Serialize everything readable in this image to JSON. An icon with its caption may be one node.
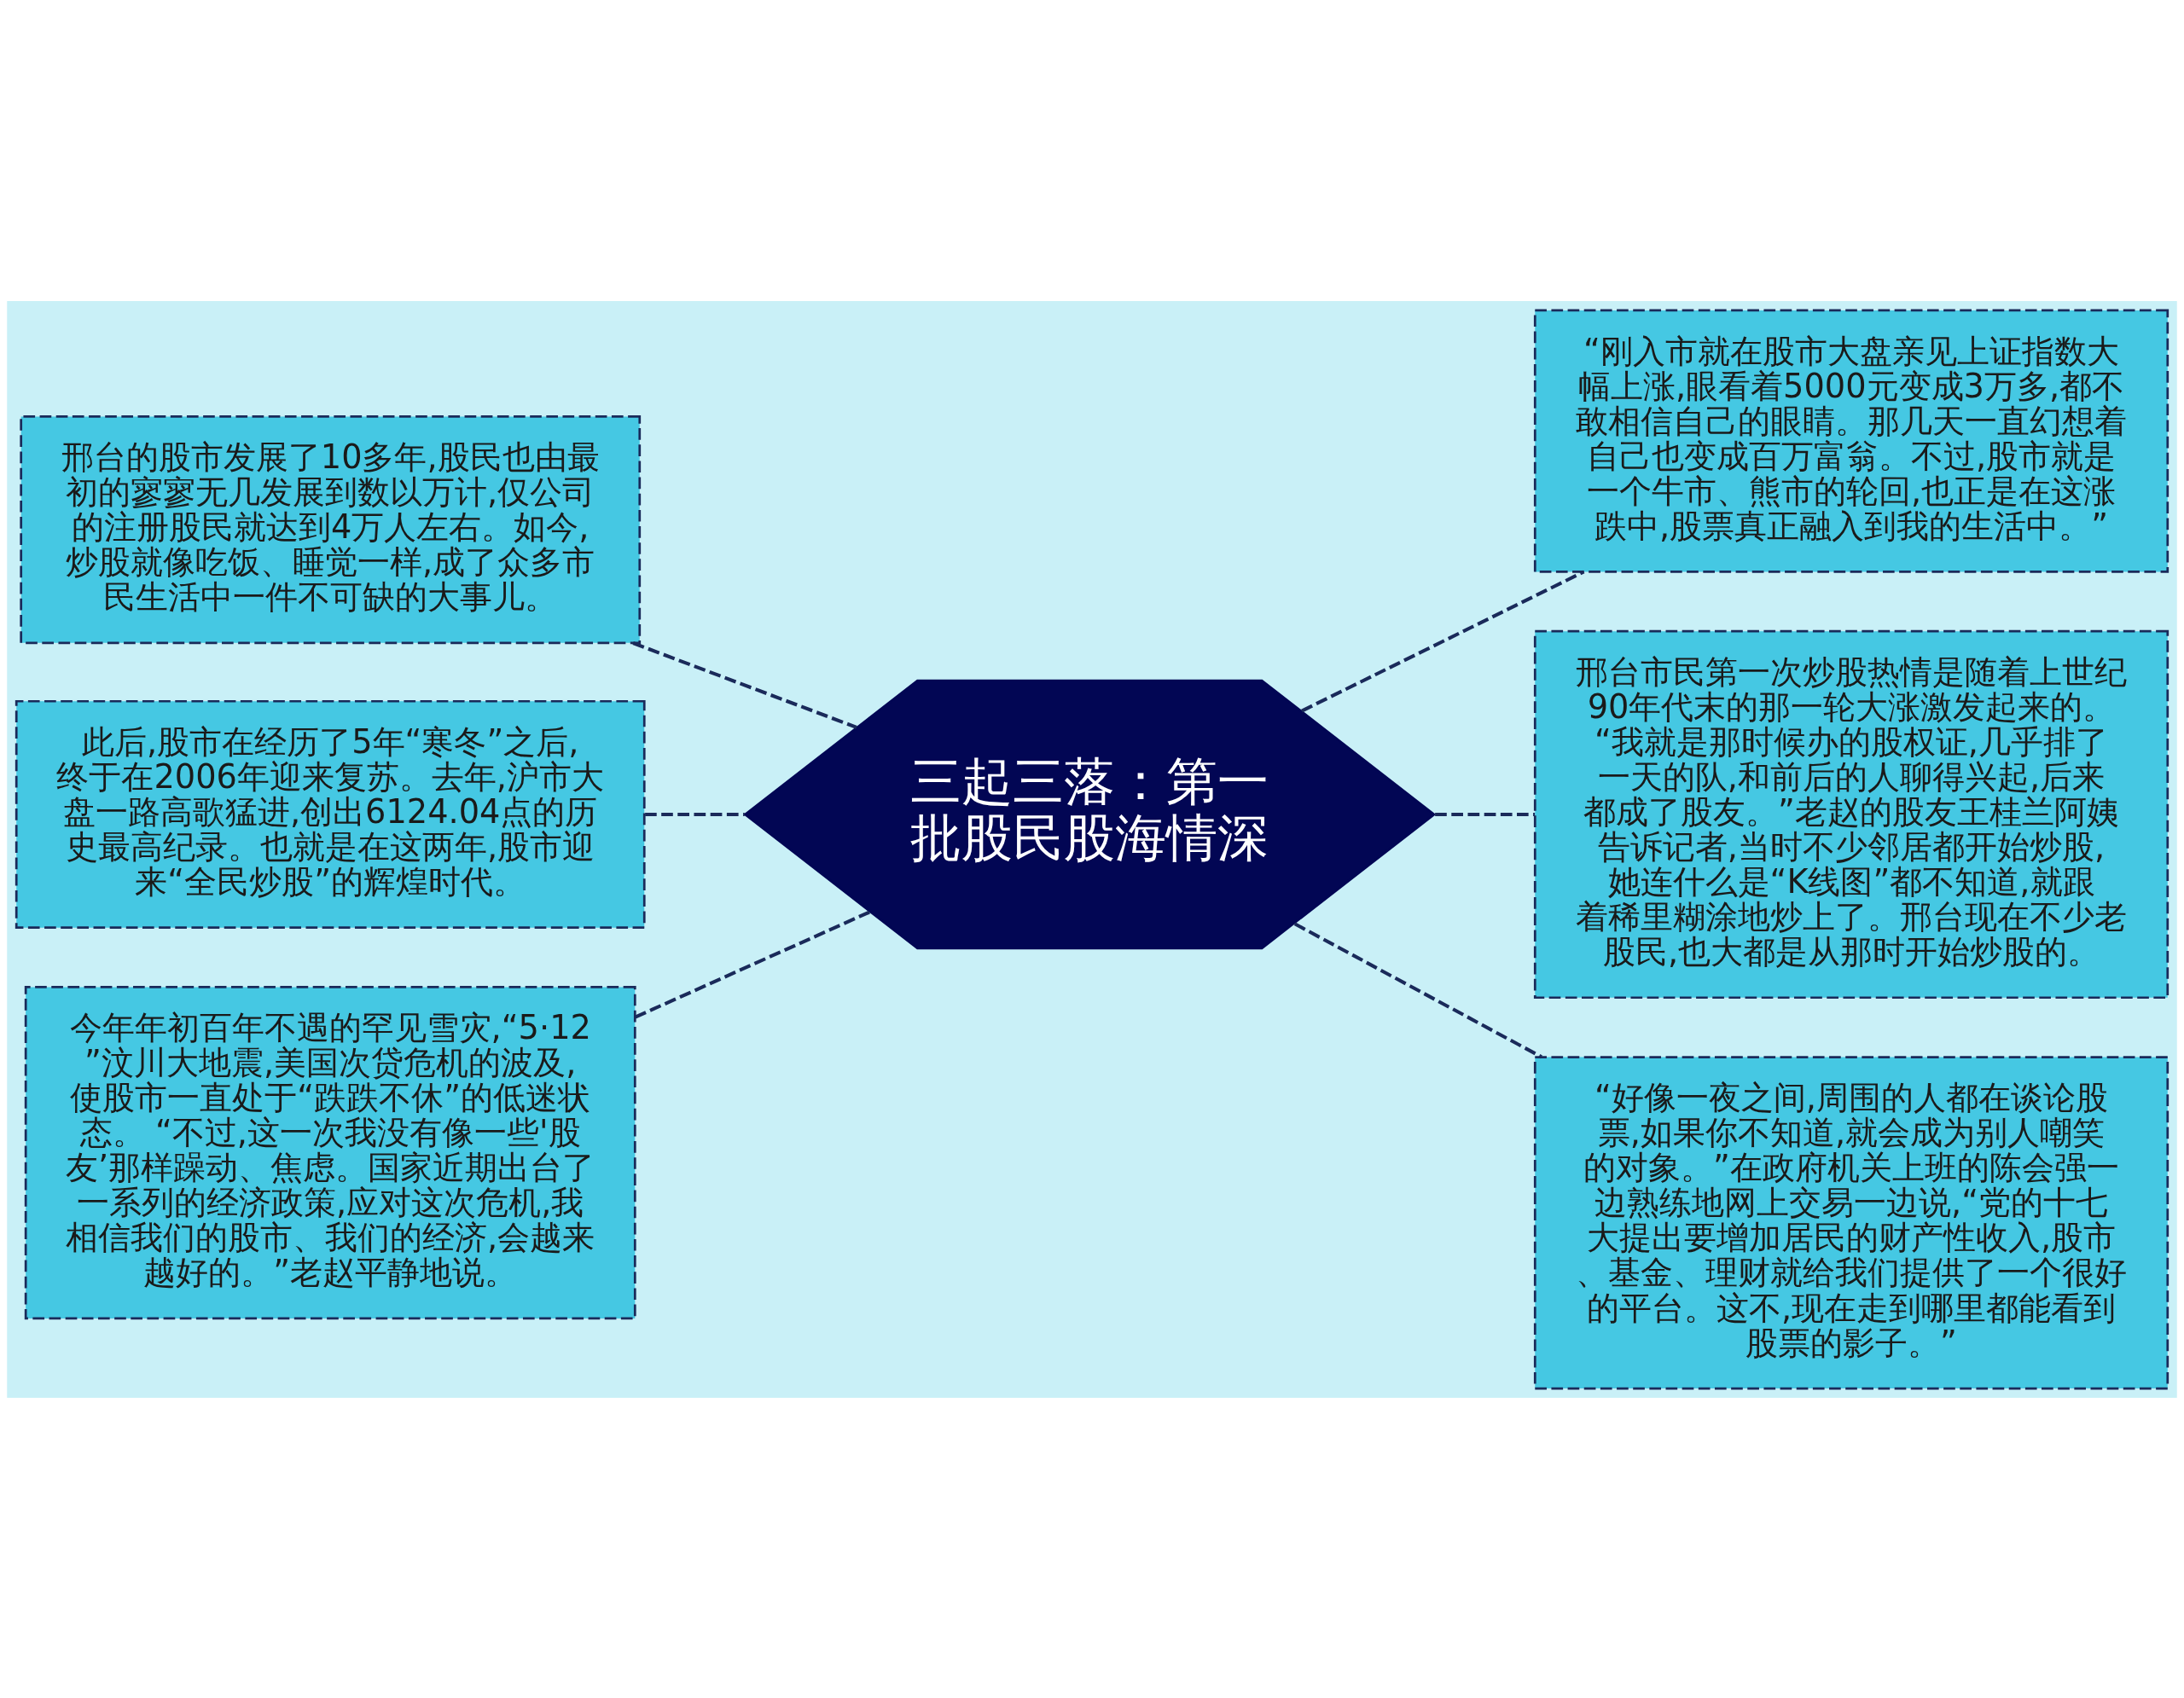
{
  "diagram": {
    "nodes": [
      {
        "text": [
          "三起三落：第一批股民股海情深"
        ]
      },
      {
        "text": [
          "邢台的股市发展了10多年,股民也由最初的寥寥无几发展到数以万计,仅公司的注册股民就达到4万人左右。如今,炒股就像吃饭、睡觉一样,成了众多市民生活中一件不可缺的大事儿。"
        ]
      },
      {
        "text": [
          "此后,股市在经历了5年“寒冬”之后,终于在2006年迎来复苏。去年,沪市大盘一路高歌猛进,创出6124.04点的历史最高纪录。也就是在这两年,股市迎来“全民炒股”的辉煌时代。"
        ]
      },
      {
        "text": [
          "今年年初百年不遇的罕见雪灾,“5·12”汶川大地震,美国次贷危机的波及,使股市一直处于“跌跌不休”的低迷状态。 “不过,这一次我没有像一些'股友’那样躁动、焦虑。国家近期出台了一系列的经济政策,应对这次危机,我相信我们的股市、我们的经济,会越来越好的。”老赵平静地说。"
        ]
      },
      {
        "text": [
          "“刚入市就在股市大盘亲见上证指数大幅上涨,眼看着5000元变成3万多,都不敢相信自己的眼睛。那几天一直幻想着自己也变成百万富翁。不过,股市就是一个牛市、熊市的轮回,也正是在这涨跌中,股票真正融入到我的生活中。”"
        ]
      },
      {
        "text": [
          "邢台市民第一次炒股热情是随着上世纪90年代末的那一轮大涨激发起来的。 “我就是那时候办的股权证,几乎排了一天的队,和前后的人聊得兴起,后来都成了股友。”老赵的股友王桂兰阿姨告诉记者,当时不少邻居都开始炒股,她连什么是“K线图”都不知道,就跟着稀里糊涂地炒上了。邢台现在不少老股民,也大都是从那时开始炒股的。"
        ]
      },
      {
        "text": [
          "“好像一夜之间,周围的人都在谈论股票,如果你不知道,就会成为别人嘲笑的对象。”在政府机关上班的陈会强一边熟练地网上交易一边说,“党的十七大提出要增加居民的财产性收入,股市、基金、理财就给我们提供了一个很好的平台。这不,现在走到哪里都能看到股票的影子。”"
        ]
      }
    ],
    "edges": [
      {
        "from": 1,
        "to": 0,
        "arrow": "none"
      },
      {
        "from": 2,
        "to": 0,
        "arrow": "none"
      },
      {
        "from": 3,
        "to": 0,
        "arrow": "none"
      },
      {
        "from": 0,
        "to": 4,
        "arrow": "none"
      },
      {
        "from": 0,
        "to": 5,
        "arrow": "none"
      },
      {
        "from": 0,
        "to": 6,
        "arrow": "none"
      }
    ]
  }
}
